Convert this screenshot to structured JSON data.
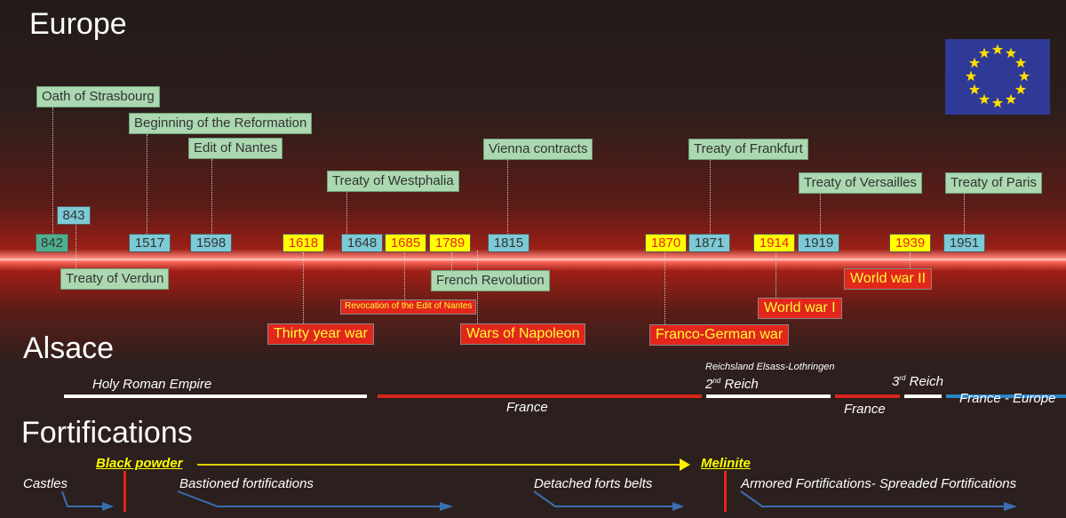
{
  "headings": {
    "europe": "Europe",
    "alsace": "Alsace",
    "fortifications": "Fortifications"
  },
  "events_top": [
    "Oath of Strasbourg",
    "Beginning of the Reformation",
    "Edit of Nantes",
    "Treaty of Westphalia",
    "Vienna contracts",
    "Treaty of Frankfurt",
    "Treaty of Versailles",
    "Treaty of Paris"
  ],
  "events_bottom": [
    "Treaty of Verdun",
    "French Revolution"
  ],
  "years": [
    "842",
    "843",
    "1517",
    "1598",
    "1618",
    "1648",
    "1685",
    "1789",
    "1815",
    "1870",
    "1871",
    "1914",
    "1919",
    "1939",
    "1951"
  ],
  "wars": [
    "Revocation of the Edit of Nantes",
    "Thirty year war",
    "Wars of Napoleon",
    "Franco-German war",
    "World war I",
    "World war II"
  ],
  "alsace": {
    "hre": "Holy Roman Empire",
    "france1": "France",
    "reichsland": "Reichsland Elsass-Lothringen",
    "reich2_num": "2",
    "reich2_sup": "nd",
    "reich2": " Reich",
    "france2": "France",
    "reich3_num": "3",
    "reich3_sup": "rd",
    "reich3": " Reich",
    "europe": "France - Europe"
  },
  "fort": {
    "black_powder": "Black powder",
    "melinite": "Melinite",
    "castles": "Castles",
    "bastioned": "Bastioned fortifications",
    "detached": "Detached forts belts",
    "armored": "Armored Fortifications- Spreaded Fortifications"
  },
  "colors": {
    "flag": "#2e3a95",
    "star": "#ffdd00",
    "war": "#e2261c",
    "treaty": "#abd8b0",
    "year": "#7ccad6"
  }
}
